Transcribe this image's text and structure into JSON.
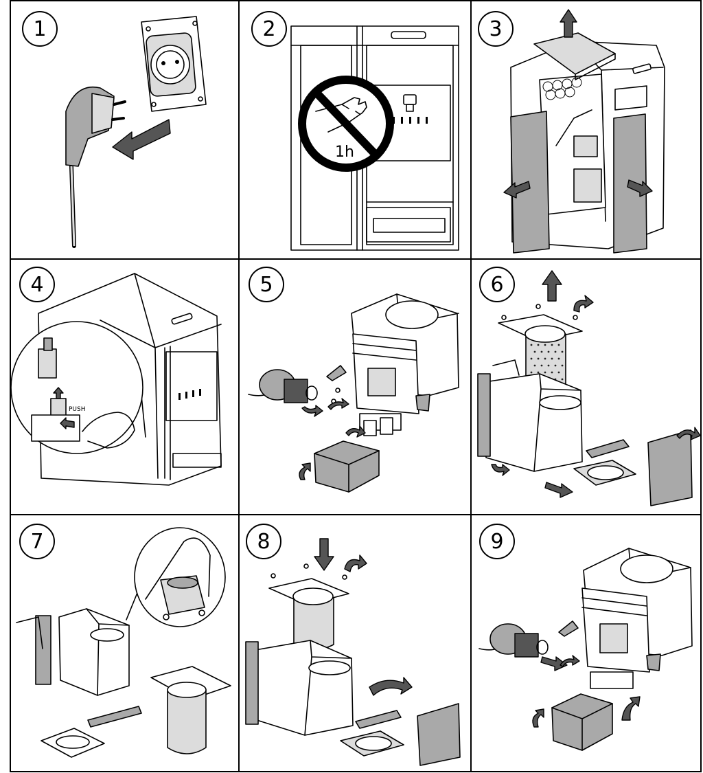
{
  "steps": [
    {
      "number": "1"
    },
    {
      "number": "2",
      "wait_label": "1h"
    },
    {
      "number": "3"
    },
    {
      "number": "4",
      "push_label": "PUSH"
    },
    {
      "number": "5"
    },
    {
      "number": "6"
    },
    {
      "number": "7"
    },
    {
      "number": "8"
    },
    {
      "number": "9"
    }
  ],
  "colors": {
    "line": "#000000",
    "panel_fill": "#a9a9a9",
    "light_fill": "#dcdcdc",
    "arrow_fill": "#555555"
  }
}
